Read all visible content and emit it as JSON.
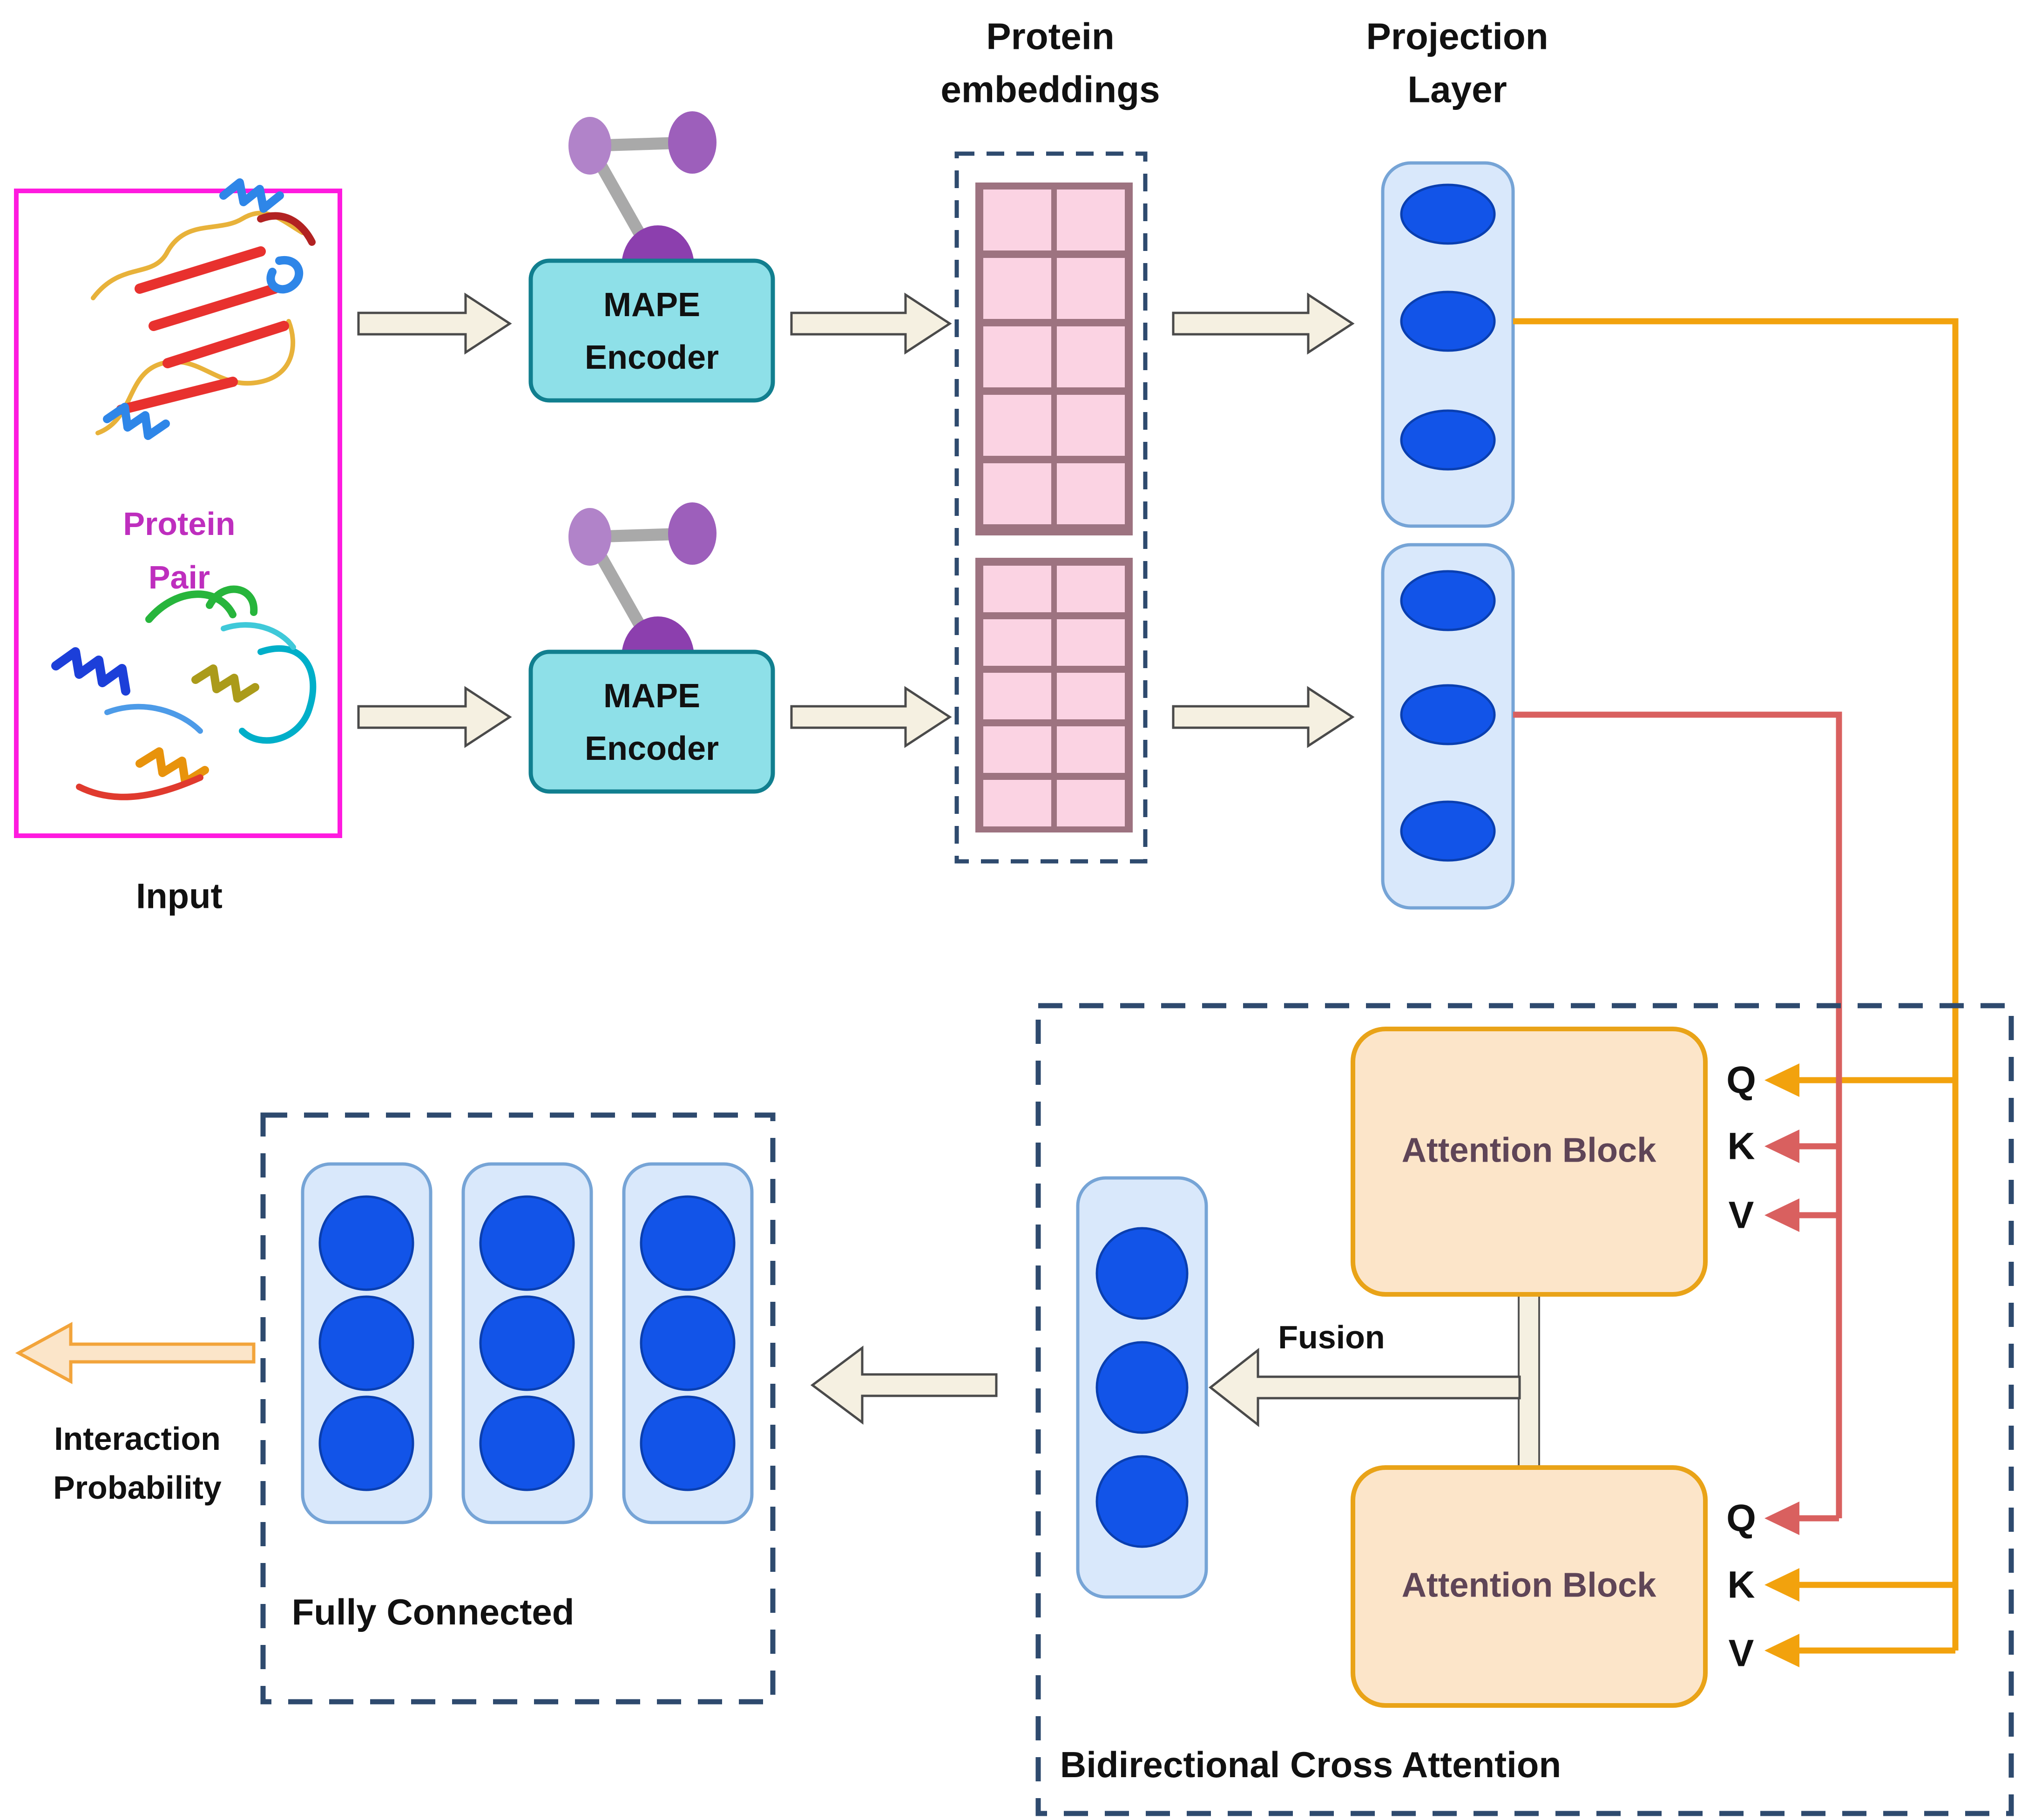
{
  "colors": {
    "magenta_border": "#FF1ADF",
    "magenta_text": "#BE2EBE",
    "teal_fill": "#8EE0E8",
    "teal_border": "#117F8F",
    "purple_light": "#B183C9",
    "purple_mid": "#9D5FBB",
    "purple_dark": "#8C3FAE",
    "molecule_link_gray": "#A9A9A9",
    "cream_arrow_fill": "#F5F0E1",
    "cream_arrow_border": "#4A4A4A",
    "pink_cell": "#FBD3E3",
    "mauve_grid_border": "#9D7380",
    "navy_dash": "#2E4A6E",
    "capsule_fill": "#D9E8FB",
    "capsule_border": "#76A4D6",
    "node_blue_fill": "#1254E8",
    "node_blue_border": "#0A3FB0",
    "attention_fill": "#FCE5C9",
    "attention_border": "#E9A318",
    "attention_text": "#5F4557",
    "orange_line": "#F2A20D",
    "red_line": "#D9605F",
    "output_arrow_fill": "#FBE5C9",
    "output_arrow_border": "#F2A43B",
    "text_black": "#111111"
  },
  "input": {
    "box_line1": "Protein",
    "box_line2": "Pair",
    "caption": "Input"
  },
  "encoders": {
    "top": {
      "line1": "MAPE",
      "line2": "Encoder"
    },
    "bottom": {
      "line1": "MAPE",
      "line2": "Encoder"
    }
  },
  "embeddings": {
    "title_line1": "Protein",
    "title_line2": "embeddings",
    "grids": [
      {
        "rows": 5,
        "cols": 2
      },
      {
        "rows": 5,
        "cols": 2
      }
    ]
  },
  "projection": {
    "title_line1": "Projection",
    "title_line2": "Layer",
    "units_per_capsule": 3
  },
  "cross_attention": {
    "title": "Bidirectional Cross Attention",
    "fusion_label": "Fusion",
    "top_block": {
      "label": "Attention Block",
      "ports": [
        "Q",
        "K",
        "V"
      ]
    },
    "bottom_block": {
      "label": "Attention Block",
      "ports": [
        "Q",
        "K",
        "V"
      ]
    }
  },
  "fully_connected": {
    "label": "Fully Connected",
    "layers": 3,
    "units_per_layer": 3
  },
  "output": {
    "line1": "Interaction",
    "line2": "Probability"
  }
}
